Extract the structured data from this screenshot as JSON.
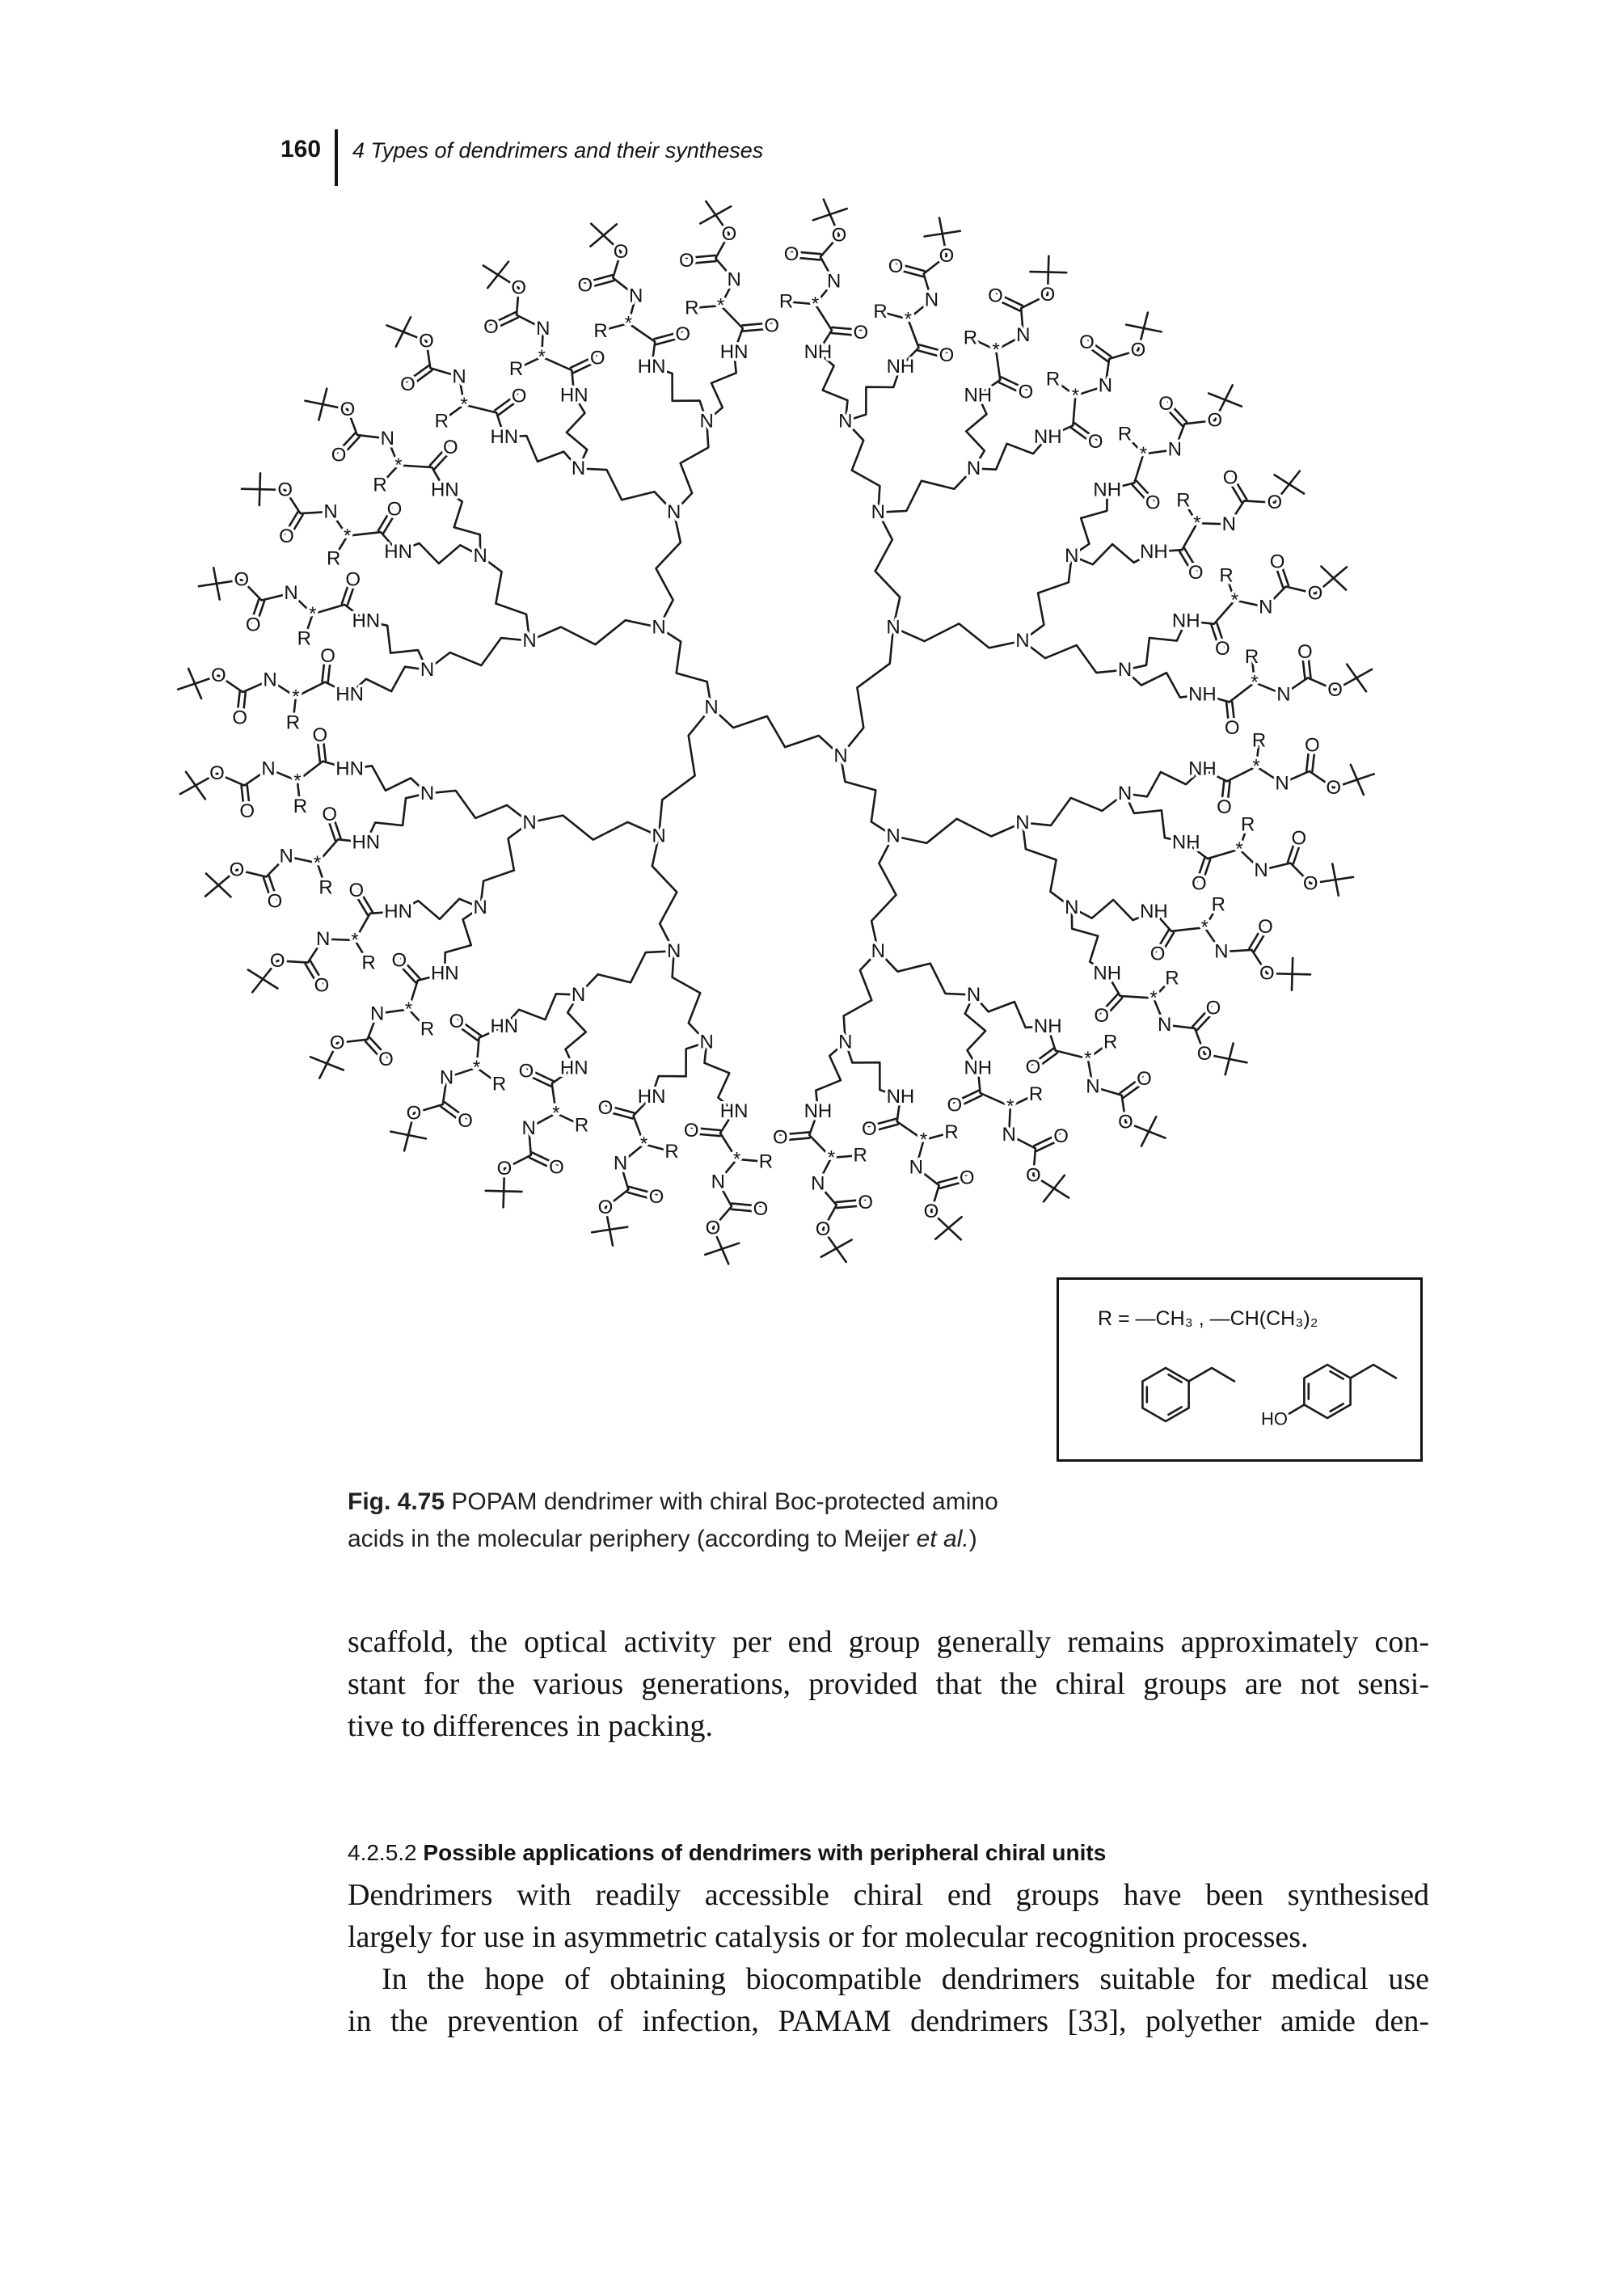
{
  "header": {
    "page_number": "160",
    "running_title": "4 Types of dendrimers and their syntheses"
  },
  "figure": {
    "structure": {
      "amine_n": "N",
      "end_group": {
        "amide_nh_right": "NH",
        "amide_nh_left": "HN",
        "amide_carbonyl_o": "O",
        "stereocenter": "*",
        "side_chain": "R",
        "carbamate_n": "N",
        "carbamate_carbonyl_o": "O",
        "ester_o": "O"
      }
    },
    "legend_box": {
      "r_definition": "R = —CH₃ , —CH(CH₃)₂",
      "hydroxyl": "HO"
    },
    "caption": {
      "label": "Fig. 4.75",
      "line_1": "POPAM dendrimer with chiral Boc-protected amino",
      "line_2": "acids in the molecular periphery (according to Meijer",
      "italic": "et al.",
      "closing": ")"
    }
  },
  "body": {
    "paragraph_1": [
      "scaffold, the optical activity per end group generally remains approximately con-",
      "stant for the various generations, provided that the chiral groups are not sensi-",
      "tive to differences in packing."
    ],
    "heading": {
      "number": "4.2.5.2",
      "title": "Possible applications of dendrimers with peripheral chiral units"
    },
    "paragraph_2": [
      "Dendrimers with readily accessible chiral end groups have been synthesised",
      "largely for use in asymmetric catalysis or for molecular recognition processes."
    ],
    "paragraph_3": [
      "In the hope of obtaining biocompatible dendrimers suitable for medical use",
      "in the prevention of infection, PAMAM dendrimers [33], polyether amide den-"
    ]
  }
}
